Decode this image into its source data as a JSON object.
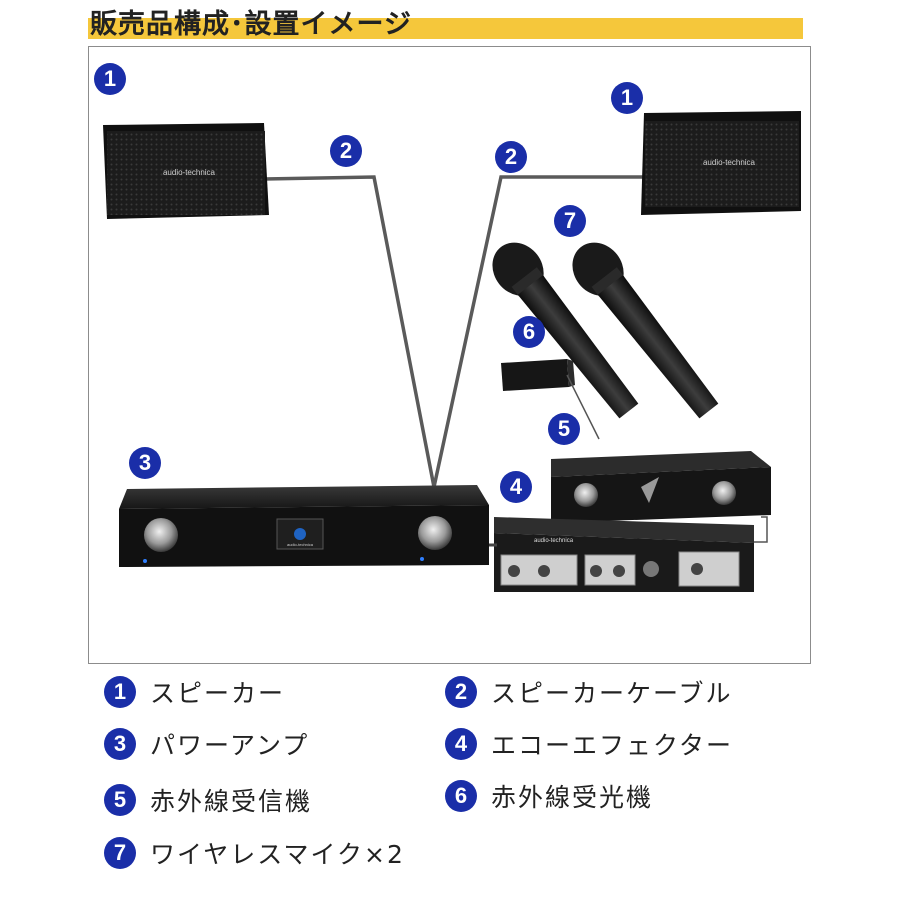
{
  "title": "販売品構成･設置イメージ",
  "colors": {
    "accent_highlight": "#f5c73b",
    "badge": "#1a2ea8",
    "equipment": "#1b1b1b",
    "cable": "#555555"
  },
  "diagram": {
    "badges": [
      "1",
      "1",
      "2",
      "2",
      "3",
      "4",
      "5",
      "6",
      "7"
    ],
    "speaker_brand": "audio-technica",
    "amp_brand": "audio-technica",
    "mixer_brand": "audio-technica"
  },
  "legend": [
    {
      "num": "1",
      "label": "スピーカー"
    },
    {
      "num": "2",
      "label": "スピーカーケーブル"
    },
    {
      "num": "3",
      "label": "パワーアンプ"
    },
    {
      "num": "4",
      "label": "エコーエフェクター"
    },
    {
      "num": "5",
      "label": "赤外線受信機"
    },
    {
      "num": "6",
      "label": "赤外線受光機"
    },
    {
      "num": "7",
      "label": "ワイヤレスマイク×2"
    }
  ]
}
